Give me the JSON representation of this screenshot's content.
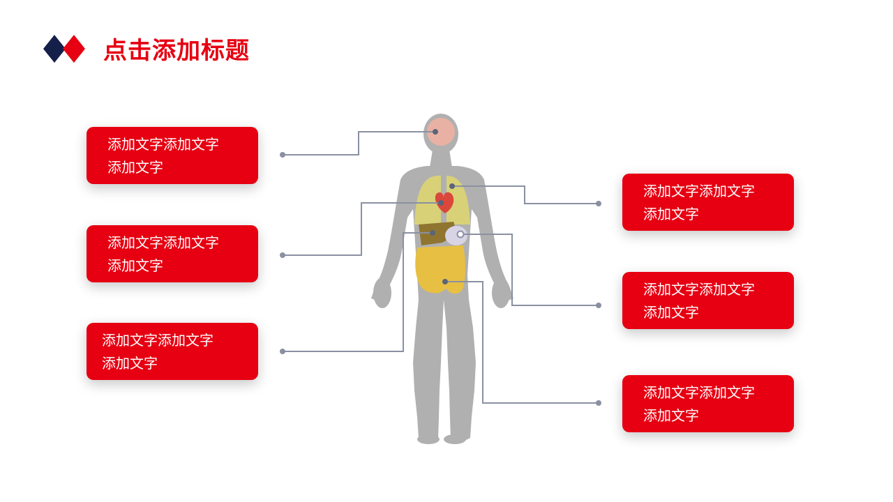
{
  "header": {
    "title": "点击添加标题",
    "brand_colors": {
      "primary": "#e60012",
      "secondary": "#15204a"
    }
  },
  "figure": {
    "type": "human-body-anatomy-infographic",
    "organs": [
      "brain-icon",
      "lungs-icon",
      "heart-icon",
      "liver-icon",
      "stomach-icon",
      "intestines-icon"
    ]
  },
  "callouts_left": [
    {
      "line1": "添加文字添加文字",
      "line2": "添加文字"
    },
    {
      "line1": "添加文字添加文字",
      "line2": "添加文字"
    },
    {
      "line1": "添加文字添加文字",
      "line2": "添加文字"
    }
  ],
  "callouts_right": [
    {
      "line1": "添加文字添加文字",
      "line2": "添加文字"
    },
    {
      "line1": "添加文字添加文字",
      "line2": "添加文字"
    },
    {
      "line1": "添加文字添加文字",
      "line2": "添加文字"
    }
  ]
}
